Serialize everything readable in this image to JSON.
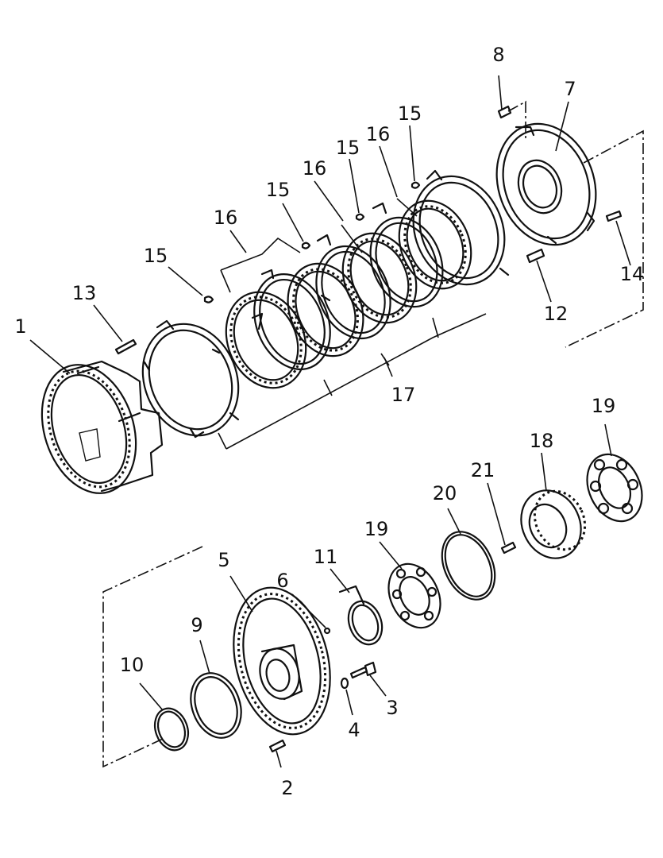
{
  "labels": [
    {
      "id": "p1",
      "text": "1"
    },
    {
      "id": "p2",
      "text": "2"
    },
    {
      "id": "p3",
      "text": "3"
    },
    {
      "id": "p4",
      "text": "4"
    },
    {
      "id": "p5",
      "text": "5"
    },
    {
      "id": "p6",
      "text": "6"
    },
    {
      "id": "p7",
      "text": "7"
    },
    {
      "id": "p8",
      "text": "8"
    },
    {
      "id": "p9",
      "text": "9"
    },
    {
      "id": "p10",
      "text": "10"
    },
    {
      "id": "p11",
      "text": "11"
    },
    {
      "id": "p12",
      "text": "12"
    },
    {
      "id": "p13",
      "text": "13"
    },
    {
      "id": "p14",
      "text": "14"
    },
    {
      "id": "p15a",
      "text": "15"
    },
    {
      "id": "p15b",
      "text": "15"
    },
    {
      "id": "p15c",
      "text": "15"
    },
    {
      "id": "p15d",
      "text": "15"
    },
    {
      "id": "p16a",
      "text": "16"
    },
    {
      "id": "p16b",
      "text": "16"
    },
    {
      "id": "p16c",
      "text": "16"
    },
    {
      "id": "p17",
      "text": "17"
    },
    {
      "id": "p18",
      "text": "18"
    },
    {
      "id": "p19a",
      "text": "19"
    },
    {
      "id": "p19b",
      "text": "19"
    },
    {
      "id": "p20",
      "text": "20"
    },
    {
      "id": "p21",
      "text": "21"
    }
  ]
}
